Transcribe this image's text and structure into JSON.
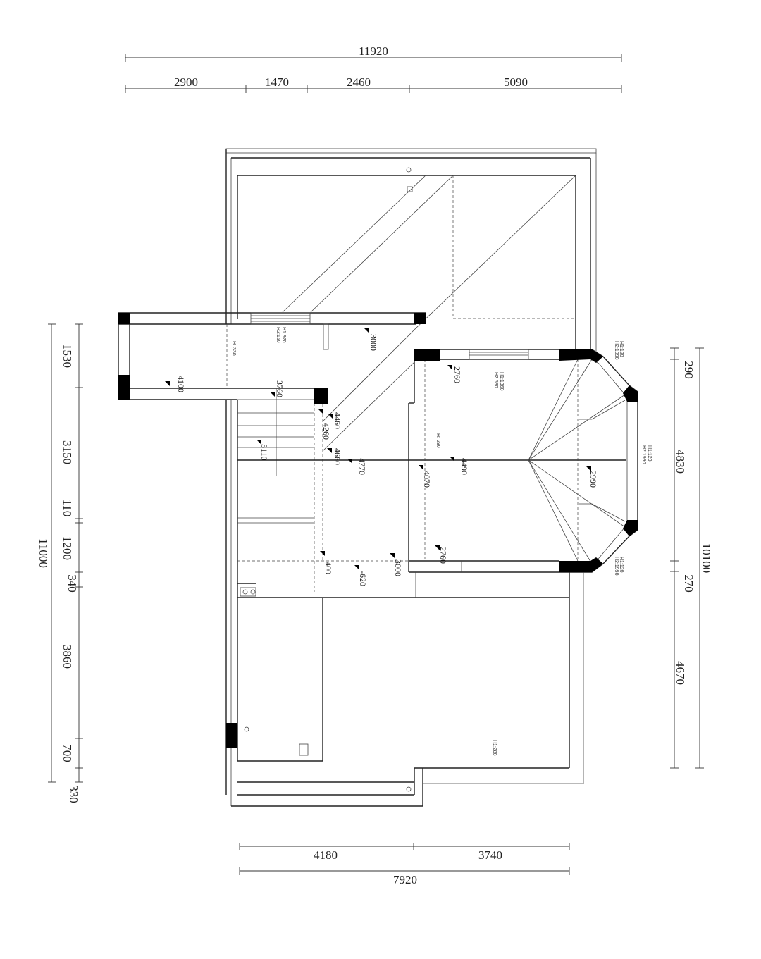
{
  "dimensions": {
    "top_total": "11920",
    "top_segments": [
      "2900",
      "1470",
      "2460",
      "5090"
    ],
    "bottom_segments": [
      "4180",
      "3740"
    ],
    "bottom_total": "7920",
    "left_total": "11000",
    "left_segments": [
      "1530",
      "3150",
      "110",
      "1200",
      "340",
      "3860",
      "700",
      "330"
    ],
    "right_total": "10100",
    "right_segments": [
      "290",
      "4830",
      "270",
      "4670"
    ]
  },
  "heights": {
    "h_4100": "4100",
    "h_3760": "3760",
    "h_3000_top": "3000",
    "h_2760_top": "2760",
    "h_4460": "4460",
    "h_4260": "4260",
    "h_5110": "5110",
    "h_4660": "4660",
    "h_4770": "4770",
    "h_4070": "4070",
    "h_4490": "4490",
    "h_2990": "2990",
    "h_2760_bottom": "2760",
    "h_3000_bottom": "3000",
    "h_400": "400",
    "h_620": "-620"
  },
  "window_notes": {
    "w1_h1": "H1:920",
    "w1_h2": "H2:150",
    "w2_h": "H: 330",
    "w3_h1": "H1:1360",
    "w3_h2": "H2:530",
    "w4_h1": "H1:120",
    "w4_h2": "H2:1990",
    "w5_h": "H: 280",
    "w6_h1": "H1:120",
    "w6_h2": "H2:1990",
    "w7_h1": "H1:120",
    "w7_h2": "H2:1990",
    "w8_h": "H1:280"
  }
}
